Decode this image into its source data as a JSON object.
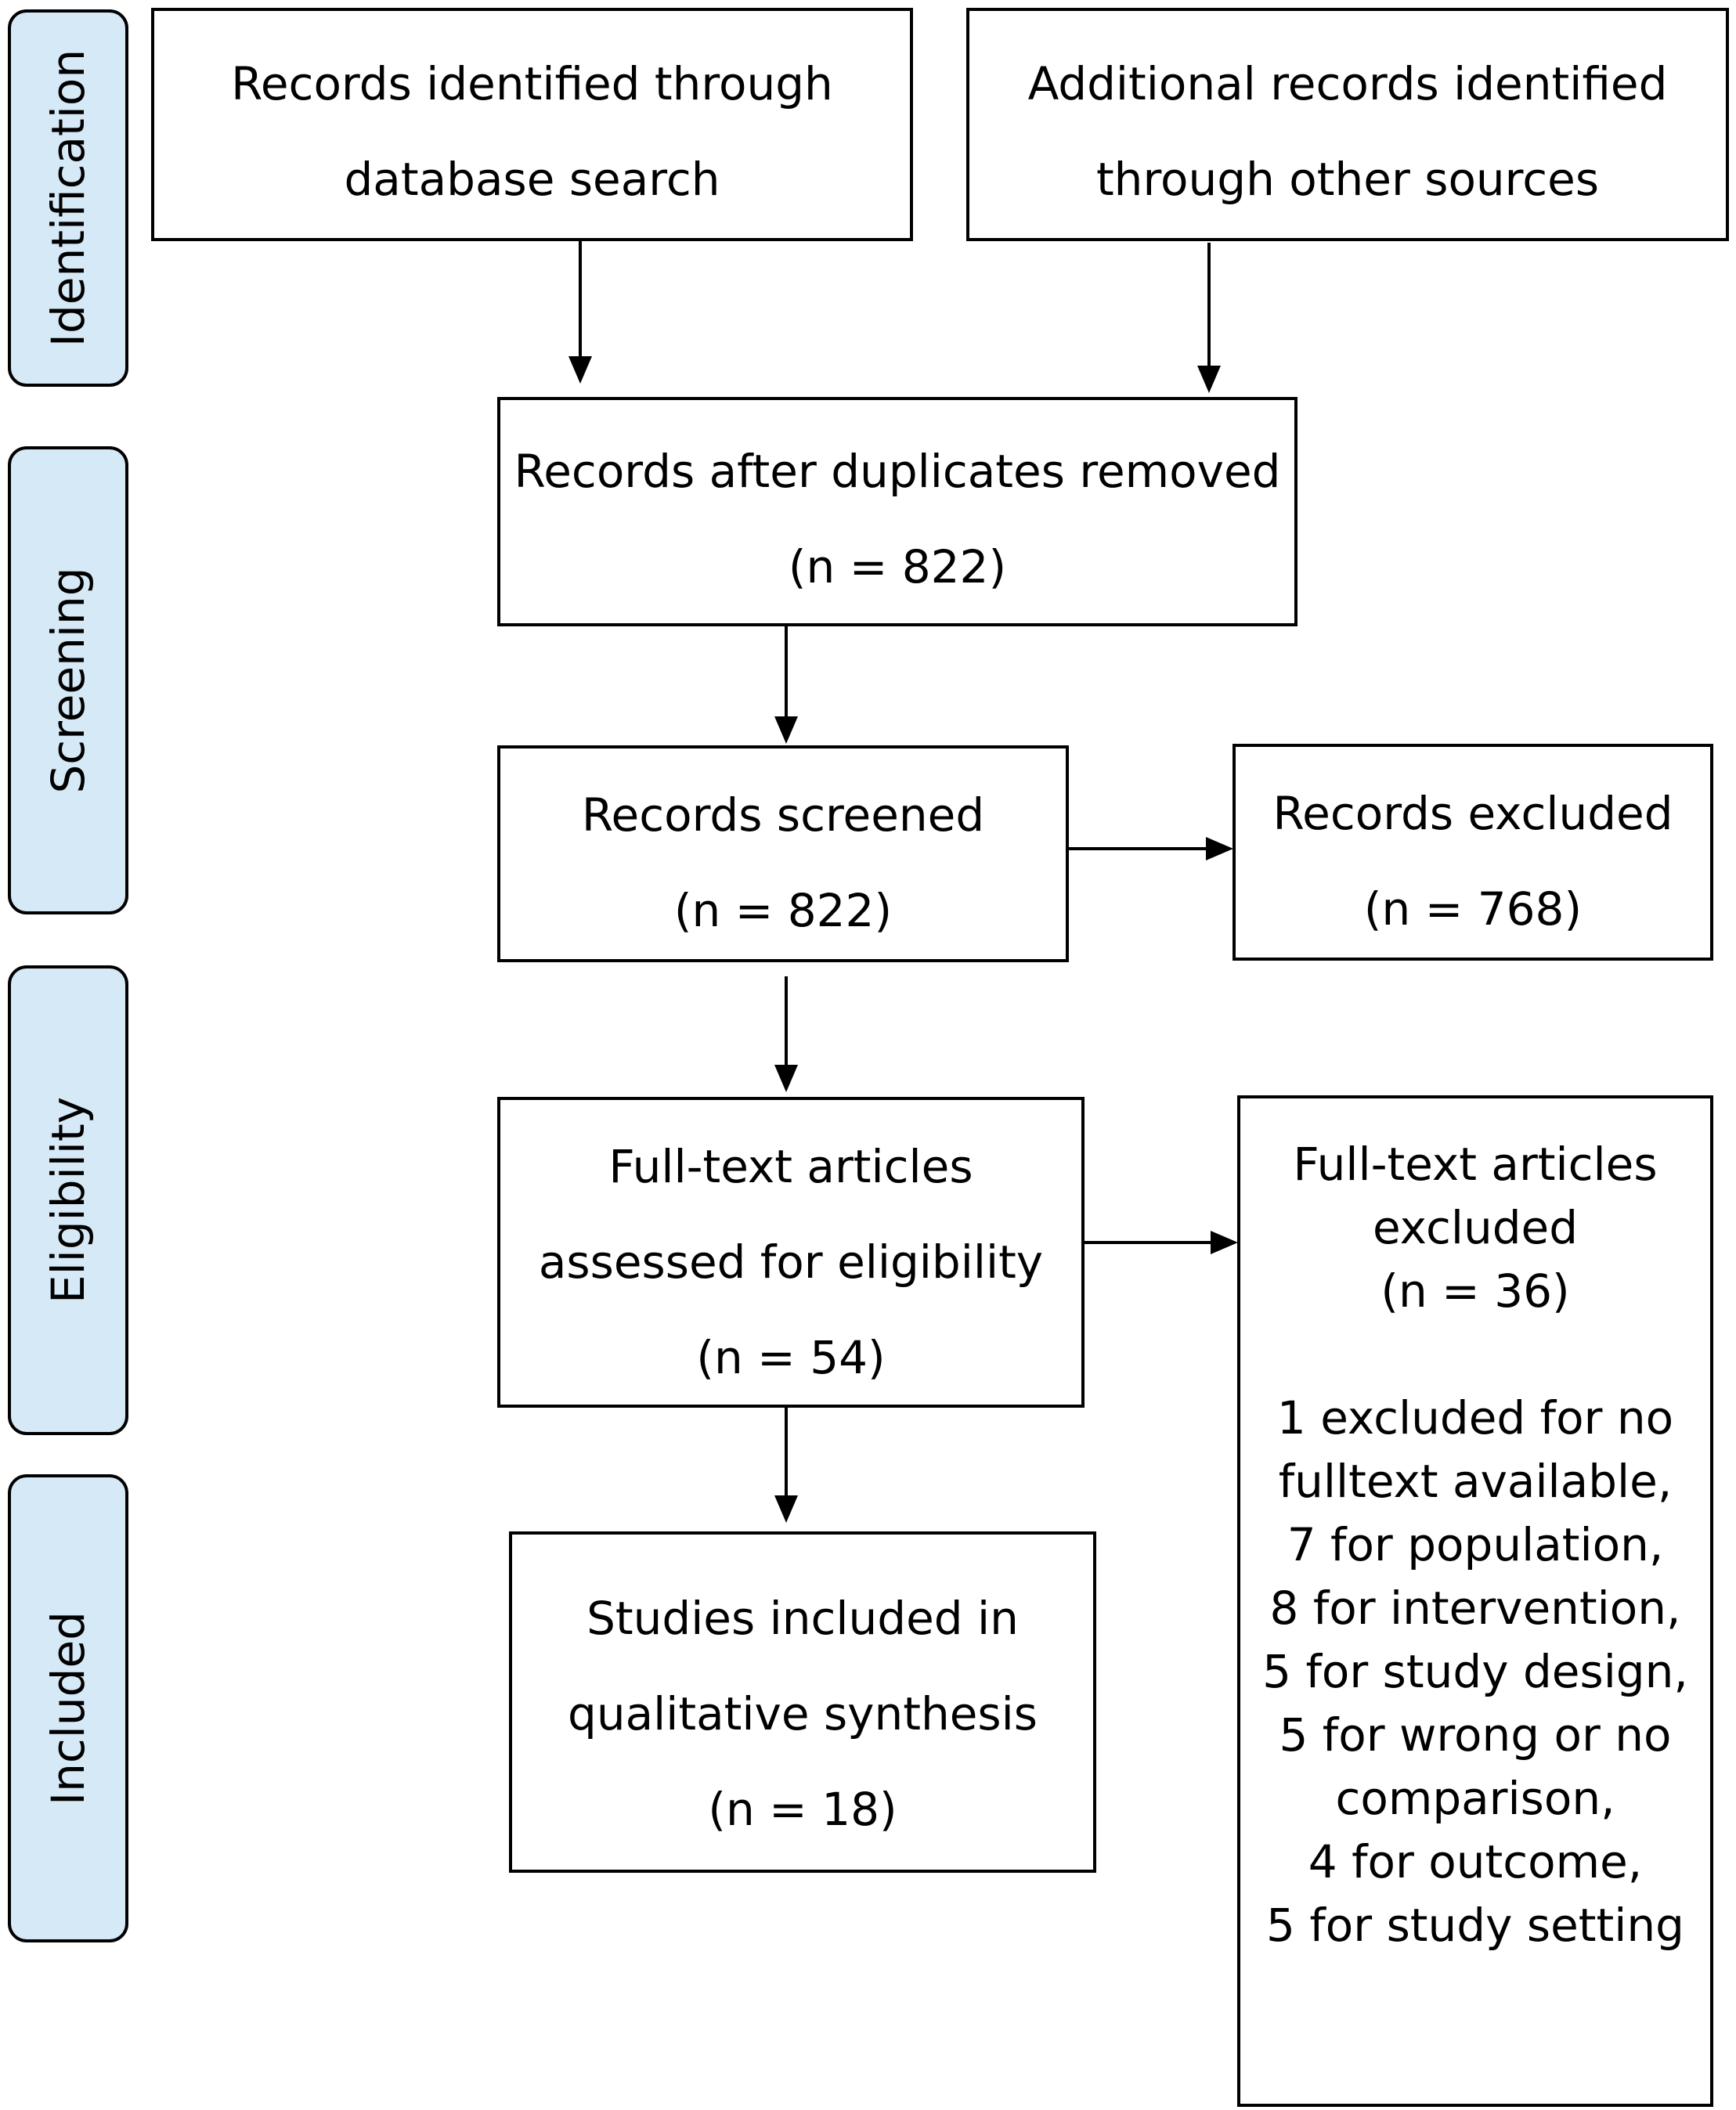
{
  "stages": {
    "identification": "Identification",
    "screening": "Screening",
    "eligibility": "Eligibility",
    "included": "Included"
  },
  "boxes": {
    "database_search": {
      "line1": "Records identified through",
      "line2": "database search"
    },
    "other_sources": {
      "line1": "Additional records identified",
      "line2": "through other sources"
    },
    "duplicates_removed": {
      "line1": "Records after duplicates removed",
      "line2": "(n = 822)"
    },
    "screened": {
      "line1": "Records screened",
      "line2": "(n = 822)"
    },
    "excluded": {
      "line1": "Records excluded",
      "line2": "(n = 768)"
    },
    "full_text_assessed": {
      "line1": "Full-text articles",
      "line2": "assessed for eligibility",
      "line3": "(n = 54)"
    },
    "full_text_excluded": {
      "line1": "Full-text articles",
      "line2": "excluded",
      "line3": "(n = 36)",
      "reasons": [
        "1 excluded for no",
        "fulltext available,",
        "7 for population,",
        "8 for intervention,",
        "5 for study design,",
        "5 for wrong or no",
        "comparison,",
        "4 for outcome,",
        "5 for study setting"
      ]
    },
    "included_studies": {
      "line1": "Studies included in",
      "line2": "qualitative synthesis",
      "line3": "(n = 18)"
    }
  },
  "colors": {
    "stage_fill": "#d6e9f7",
    "stroke": "#000000"
  }
}
